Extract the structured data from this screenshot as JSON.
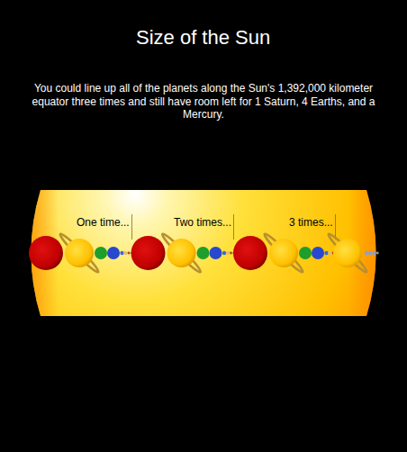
{
  "diagram": {
    "title": "Size of the Sun",
    "labels": [
      "You could line up all of the planets along the Sun's 1,392,000 kilometer equator three times and still have room left for 1 Saturn, 4 Earths, and a Mercury.",
      "One time...",
      "Two times...",
      "3 times..."
    ]
  }
}
